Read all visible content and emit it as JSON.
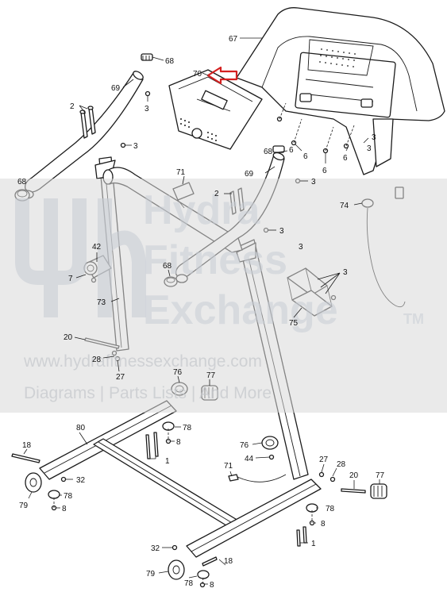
{
  "watermark": {
    "lines": [
      "Hydra",
      "Fitness",
      "Exchange"
    ],
    "trademark": "TM",
    "url": "www.hydrafitnessexchange.com",
    "tagline": "Diagrams | Parts Lists | And More"
  },
  "callouts": {
    "c67": "67",
    "c68a": "68",
    "c70": "70",
    "c69a": "69",
    "c2a": "2",
    "c3a": "3",
    "c3b": "3",
    "c3c": "3",
    "c6a": "6",
    "c6b": "6",
    "c6c": "6",
    "c6d": "6",
    "c3d": "3",
    "c3e": "3",
    "c68b": "68",
    "c69b": "69",
    "c3f": "3",
    "c68c": "68",
    "c71a": "71",
    "c2b": "2",
    "c74": "74",
    "c3g": "3",
    "c42": "42",
    "c7": "7",
    "c68d": "68",
    "c3h": "3",
    "c73": "73",
    "c75": "75",
    "c20a": "20",
    "c28a": "28",
    "c27a": "27",
    "c76a": "76",
    "c77a": "77",
    "c78a": "78",
    "c8a": "8",
    "c80": "80",
    "c18a": "18",
    "c1a": "1",
    "c32a": "32",
    "c79a": "79",
    "c78b": "78",
    "c8b": "8",
    "c76b": "76",
    "c44": "44",
    "c71b": "71",
    "c27b": "27",
    "c28b": "28",
    "c20b": "20",
    "c77b": "77",
    "c78c": "78",
    "c8c": "8",
    "c1b": "1",
    "c32b": "32",
    "c79b": "79",
    "c78d": "78",
    "c18b": "18",
    "c8d": "8"
  },
  "colors": {
    "line": "#1b1b1b",
    "highlight_arrow": "#d42020",
    "watermark": "#c9ced6"
  }
}
